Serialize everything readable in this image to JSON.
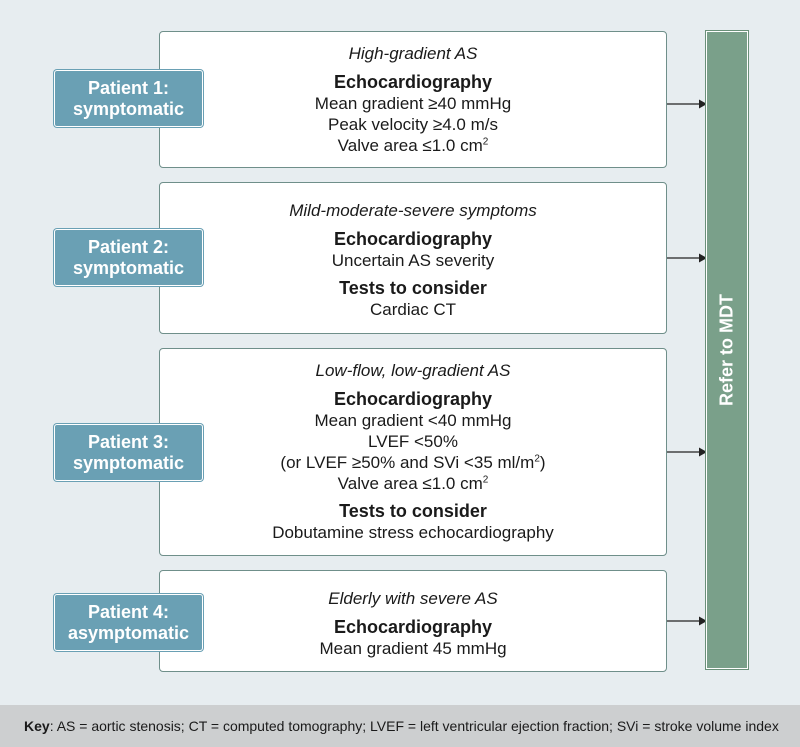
{
  "panels": [
    {
      "patient": [
        "Patient 1:",
        "symptomatic"
      ],
      "subtitle": "High-gradient AS",
      "echo_heading": "Echocardiography",
      "echo_lines": [
        "Mean gradient ≥40 mmHg",
        "Peak velocity ≥4.0 m/s",
        "Valve area ≤1.0 cm"
      ],
      "valve_sup": "2",
      "tests_heading": "",
      "tests_lines": []
    },
    {
      "patient": [
        "Patient 2:",
        "symptomatic"
      ],
      "subtitle": "Mild-moderate-severe symptoms",
      "echo_heading": "Echocardiography",
      "echo_lines": [
        "Uncertain AS severity"
      ],
      "tests_heading": "Tests to consider",
      "tests_lines": [
        "Cardiac CT"
      ]
    },
    {
      "patient": [
        "Patient 3:",
        "symptomatic"
      ],
      "subtitle": "Low-flow, low-gradient AS",
      "echo_heading": "Echocardiography",
      "echo_lines": [
        "Mean gradient <40 mmHg",
        "LVEF <50%",
        "(or LVEF ≥50% and SVi <35 ml/m",
        "Valve area ≤1.0 cm"
      ],
      "svi_sup": "2",
      "svi_close": ")",
      "valve_sup": "2",
      "tests_heading": "Tests to consider",
      "tests_lines": [
        "Dobutamine stress echocardiography"
      ]
    },
    {
      "patient": [
        "Patient 4:",
        "asymptomatic"
      ],
      "subtitle": "Elderly with severe AS",
      "echo_heading": "Echocardiography",
      "echo_lines": [
        "Mean gradient 45 mmHg"
      ],
      "tests_heading": "",
      "tests_lines": []
    }
  ],
  "refer_label": "Refer to MDT",
  "key": {
    "label": "Key",
    "text": ": AS = aortic stenosis; CT = computed tomography; LVEF = left ventricular ejection fraction; SVi = stroke volume index"
  },
  "colors": {
    "patient_bg": "#6aa0b4",
    "mdt_bg": "#7aa08a",
    "page_bg": "#e7edf0",
    "key_bg": "#cdcfd0"
  }
}
